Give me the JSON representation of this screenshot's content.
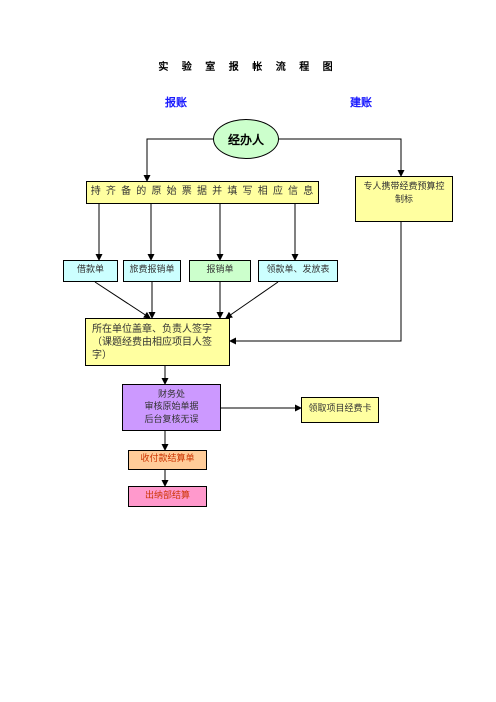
{
  "title": "实 验 室 报 帐 流 程 图",
  "headers": {
    "left": "报账",
    "right": "建账"
  },
  "start": "经办人",
  "collect_box": "持 齐 备 的 原 始 票 据 并 填 写 相 应 信 息",
  "budget_box": "专人携带经费预算控制标",
  "forms": [
    "借款单",
    "旅费报销单",
    "报销单",
    "领款单、发放表"
  ],
  "sign_box": "所在单位盖章、负责人签字（课题经费由相应项目人签字）",
  "finance_box": {
    "line1": "财务处",
    "line2": "审核原始单据",
    "line3": "后台复核无误"
  },
  "card_box": "领取项目经费卡",
  "receipt_box": "收付款结算单",
  "cashier_box": "出纳部结算"
}
